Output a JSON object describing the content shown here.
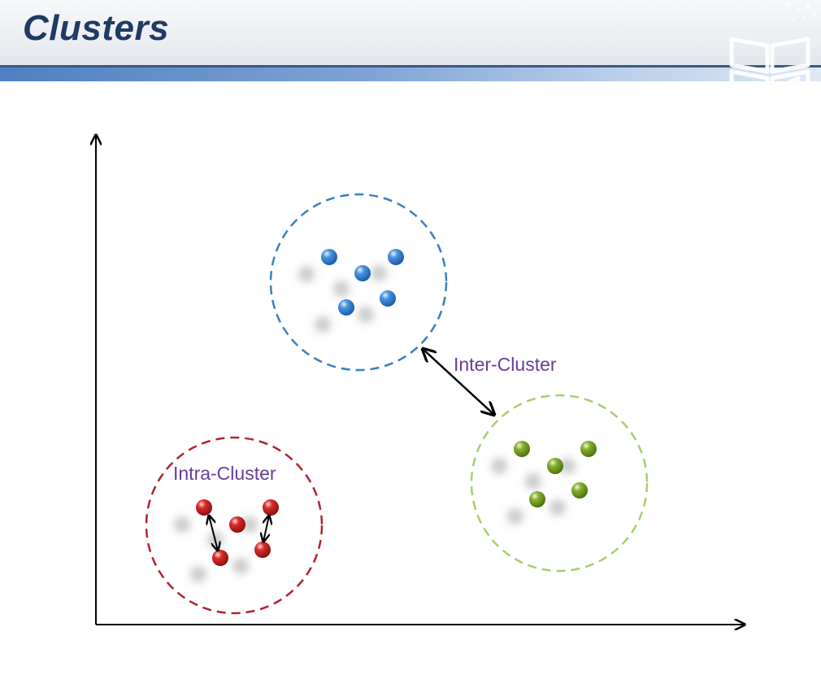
{
  "page": {
    "title": "Clusters"
  },
  "header": {
    "accent_color": "#1f3a63",
    "band_color": "#4f7fc2"
  },
  "logo": {
    "icon": "book-logo-icon"
  },
  "diagram": {
    "labels": {
      "inter": "Inter-Cluster",
      "intra": "Intra-Cluster"
    },
    "label_color": "#6a3d9a",
    "clusters": [
      {
        "name": "blue",
        "color": "#3f86d6"
      },
      {
        "name": "green",
        "color": "#7fa82a"
      },
      {
        "name": "red",
        "color": "#d42a2a"
      }
    ]
  }
}
